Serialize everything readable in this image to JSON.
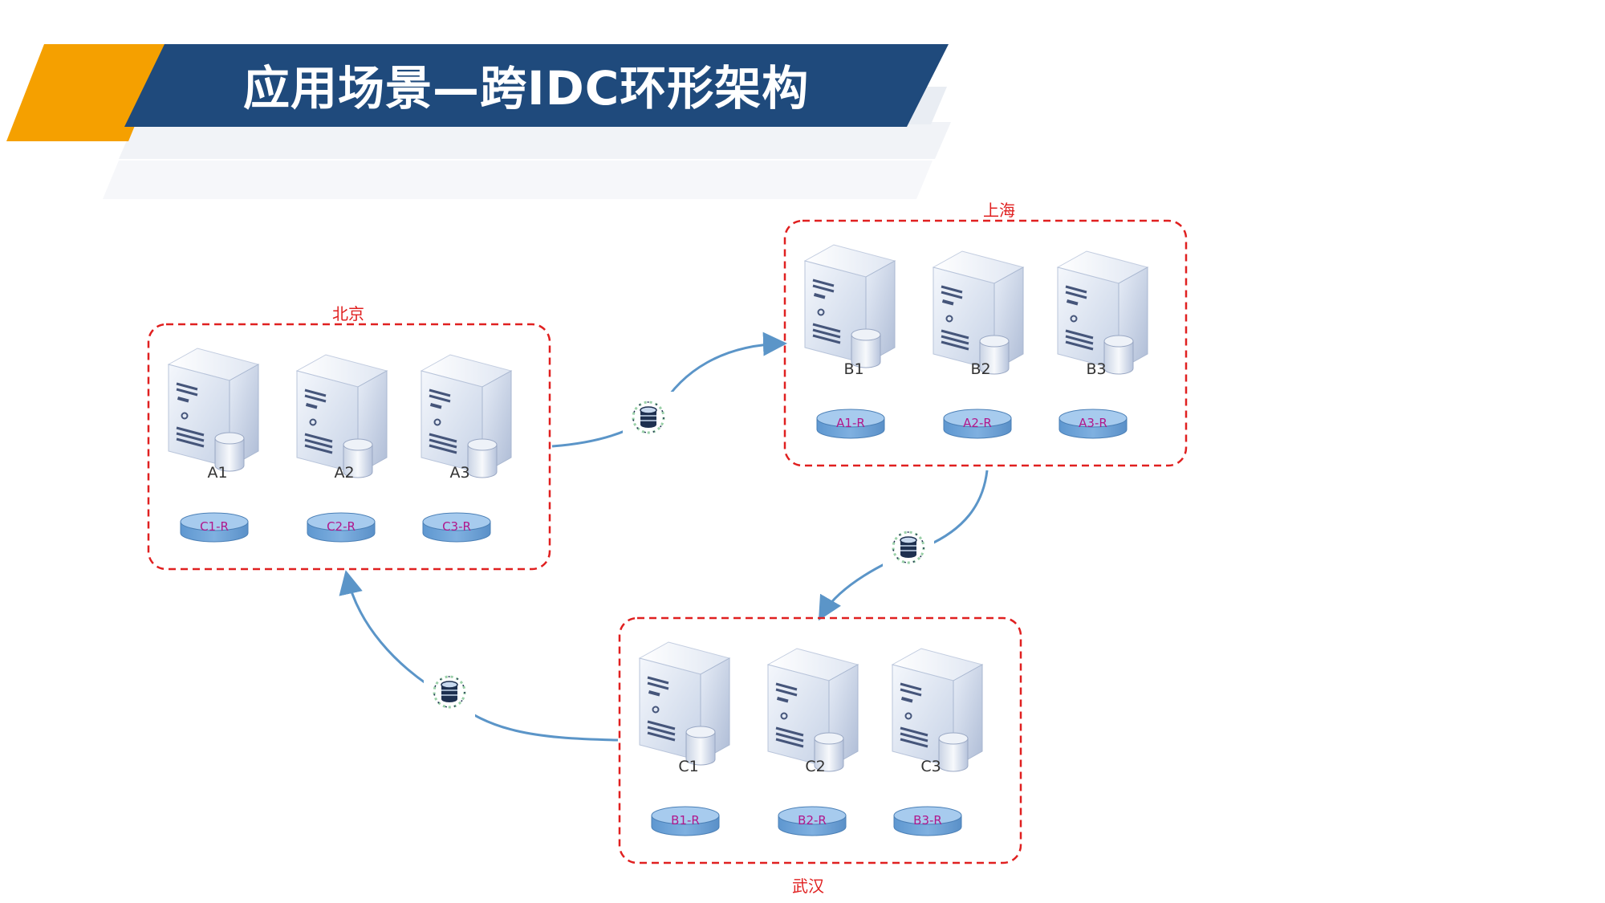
{
  "title": "应用场景—跨IDC环形架构",
  "colors": {
    "banner_blue": "#1f4a7c",
    "banner_orange": "#f5a000",
    "site_border": "#e02020",
    "link_arrow": "#5b95c8",
    "disk_fill": "#7fb0e0",
    "disk_label": "#b0188c"
  },
  "sites": [
    {
      "name": "北京",
      "servers": [
        {
          "name": "A1",
          "replica": "C1-R"
        },
        {
          "name": "A2",
          "replica": "C2-R"
        },
        {
          "name": "A3",
          "replica": "C3-R"
        }
      ]
    },
    {
      "name": "上海",
      "servers": [
        {
          "name": "B1",
          "replica": "A1-R"
        },
        {
          "name": "B2",
          "replica": "A2-R"
        },
        {
          "name": "B3",
          "replica": "A3-R"
        }
      ]
    },
    {
      "name": "武汉",
      "servers": [
        {
          "name": "C1",
          "replica": "B1-R"
        },
        {
          "name": "C2",
          "replica": "B2-R"
        },
        {
          "name": "C3",
          "replica": "B3-R"
        }
      ]
    }
  ],
  "links": [
    {
      "from": "北京",
      "to": "上海",
      "icon": "database-sync-icon"
    },
    {
      "from": "上海",
      "to": "武汉",
      "icon": "database-sync-icon"
    },
    {
      "from": "武汉",
      "to": "北京",
      "icon": "database-sync-icon"
    }
  ]
}
